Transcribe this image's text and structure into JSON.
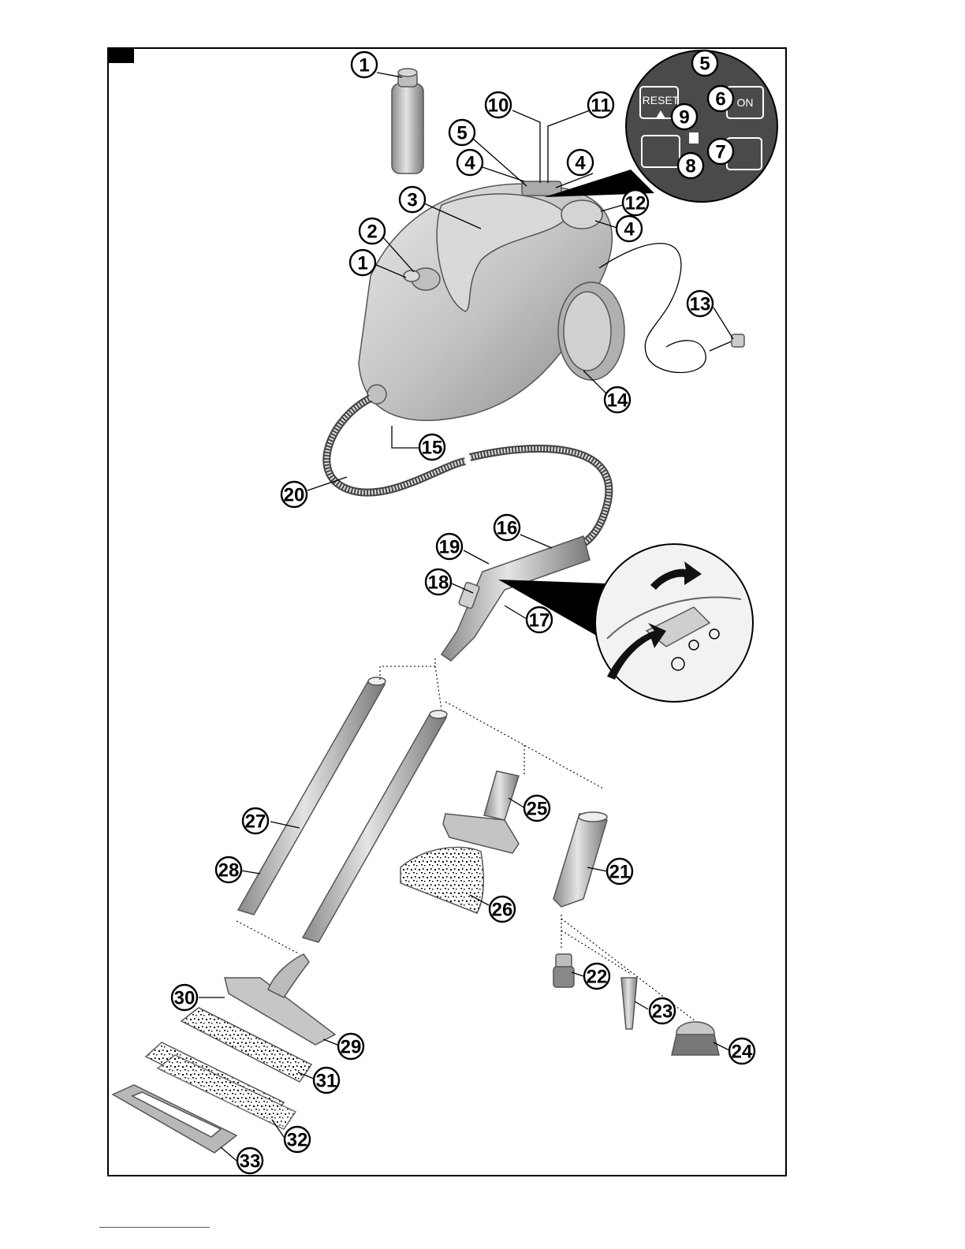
{
  "diagram": {
    "callouts": [
      {
        "id": "c1a",
        "label": "1"
      },
      {
        "id": "c1b",
        "label": "1"
      },
      {
        "id": "c2",
        "label": "2"
      },
      {
        "id": "c3",
        "label": "3"
      },
      {
        "id": "c4a",
        "label": "4"
      },
      {
        "id": "c4b",
        "label": "4"
      },
      {
        "id": "c4c",
        "label": "4"
      },
      {
        "id": "c5a",
        "label": "5"
      },
      {
        "id": "c5b",
        "label": "5"
      },
      {
        "id": "c6",
        "label": "6"
      },
      {
        "id": "c7",
        "label": "7"
      },
      {
        "id": "c8",
        "label": "8"
      },
      {
        "id": "c9",
        "label": "9"
      },
      {
        "id": "c10",
        "label": "10"
      },
      {
        "id": "c11",
        "label": "11"
      },
      {
        "id": "c12",
        "label": "12"
      },
      {
        "id": "c13",
        "label": "13"
      },
      {
        "id": "c14",
        "label": "14"
      },
      {
        "id": "c15",
        "label": "15"
      },
      {
        "id": "c16",
        "label": "16"
      },
      {
        "id": "c17",
        "label": "17"
      },
      {
        "id": "c18",
        "label": "18"
      },
      {
        "id": "c19",
        "label": "19"
      },
      {
        "id": "c20",
        "label": "20"
      },
      {
        "id": "c21",
        "label": "21"
      },
      {
        "id": "c22",
        "label": "22"
      },
      {
        "id": "c23",
        "label": "23"
      },
      {
        "id": "c24",
        "label": "24"
      },
      {
        "id": "c25",
        "label": "25"
      },
      {
        "id": "c26",
        "label": "26"
      },
      {
        "id": "c27",
        "label": "27"
      },
      {
        "id": "c28",
        "label": "28"
      },
      {
        "id": "c29",
        "label": "29"
      },
      {
        "id": "c30",
        "label": "30"
      },
      {
        "id": "c31",
        "label": "31"
      },
      {
        "id": "c32",
        "label": "32"
      },
      {
        "id": "c33",
        "label": "33"
      }
    ],
    "panel_inset": {
      "reset_label": "RESET",
      "on_label": "ON"
    },
    "colors": {
      "body": "#c8c8c8",
      "body_shade": "#9a9a9a",
      "inset": "#4a4a4a",
      "outline": "#000000"
    }
  }
}
